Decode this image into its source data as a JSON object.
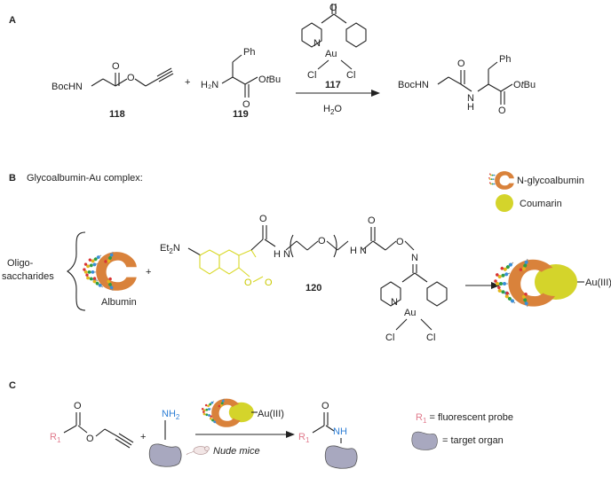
{
  "symbols": {
    "plus": "+"
  },
  "panels": {
    "a": {
      "label": "A",
      "c118": {
        "left": "BocHN",
        "o": "O",
        "number": "118"
      },
      "c119": {
        "amine": "H₂N",
        "ph": "Ph",
        "o": "O",
        "t": "t",
        "bu": "Bu",
        "number": "119"
      },
      "c117": {
        "o": "O",
        "n": "N",
        "au": "Au",
        "cl": "Cl",
        "number": "117"
      },
      "water": {
        "h": "H",
        "two": "2",
        "o": "O"
      },
      "product": {
        "left": "BocHN",
        "o": "O",
        "n": "N",
        "h": "H",
        "ph": "Ph",
        "t": "t",
        "bu": "Bu"
      }
    },
    "b": {
      "label": "B",
      "title": "Glycoalbumin-Au complex:",
      "oligo_line1": "Oligo-",
      "oligo_line2": "saccharides",
      "albumin": "Albumin",
      "c120": {
        "et": "Et",
        "two": "2",
        "n": "N",
        "o": "O",
        "nh": "H N",
        "nn": "N",
        "repeat": "",
        "au": "Au",
        "cl": "Cl",
        "number": "120"
      },
      "au_iii": "Au(III)"
    },
    "c": {
      "label": "C",
      "r": "R",
      "one": "1",
      "o": "O",
      "nh": "NH",
      "two": "2",
      "au_iii": "Au(III)",
      "condition": "Nude mice",
      "key_probe": " = fluorescent probe",
      "key_organ": "= target organ"
    }
  },
  "legend": {
    "n_glycoalbumin": "N-glycoalbumin",
    "coumarin": "Coumarin"
  },
  "colors": {
    "albumin": "#d9823b",
    "coumarin": "#d4d42b",
    "r1": "#e07a8c",
    "amine": "#2f7fd6",
    "organ": "#a8a8bf"
  }
}
